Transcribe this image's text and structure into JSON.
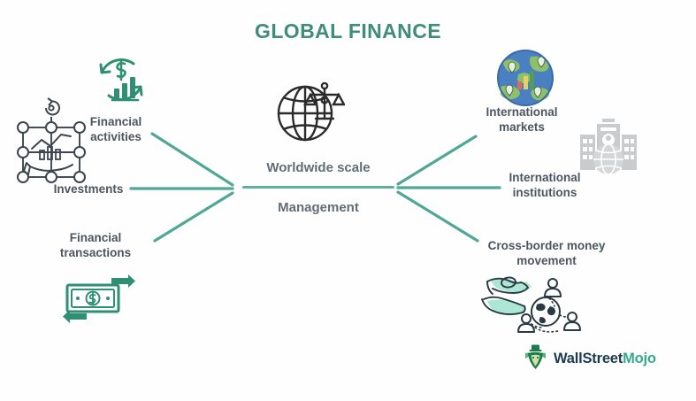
{
  "title": "GLOBAL FINANCE",
  "center": {
    "icon_name": "globe-with-balance-scale-icon",
    "line1": "Worldwide scale",
    "line2": "Management"
  },
  "left_nodes": [
    {
      "label": "Financial\nactivities",
      "icon_name": "dollar-growth-cycle-icon"
    },
    {
      "label": "Investments",
      "icon_name": "investment-network-hand-chart-icon"
    },
    {
      "label": "Financial\ntransactions",
      "icon_name": "banknote-exchange-arrows-icon"
    }
  ],
  "right_nodes": [
    {
      "label": "International\nmarkets",
      "icon_name": "world-globe-market-pins-icon"
    },
    {
      "label": "International\ninstitutions",
      "icon_name": "bank-building-globe-icon"
    },
    {
      "label": "Cross-border money\nmovement",
      "icon_name": "hands-money-people-globe-icon"
    }
  ],
  "logo": {
    "icon_name": "wallstreetmojo-bull-logo-icon",
    "text_primary": "WallStreet",
    "text_accent": "Mojo"
  },
  "colors": {
    "title": "#3f8d79",
    "connector": "#4fa796",
    "label": "#4b5661",
    "center_text": "#616d78",
    "accent_green": "#2f8f73",
    "logo_navy": "#1b3a52",
    "logo_teal": "#35a98a",
    "background": "#fefefe"
  }
}
